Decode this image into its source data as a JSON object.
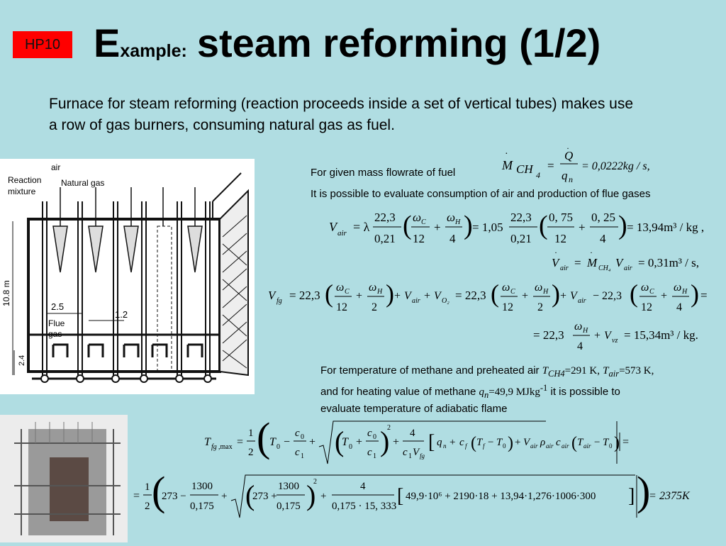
{
  "badge": "HP10",
  "title": {
    "big_letter": "E",
    "small": "xample:",
    "main": "steam reforming (1/2)"
  },
  "intro": "Furnace for steam reforming (reaction proceeds inside a set of vertical tubes) makes use a row of gas burners, consuming natural gas as fuel.",
  "furnace": {
    "air": "air",
    "reaction": "Reaction",
    "mixture": "mixture",
    "natural_gas": "Natural gas",
    "dim_height": "10.8 m",
    "dim_25": "2.5",
    "dim_12": "1.2",
    "dim_24": "2.4",
    "flue": "Flue",
    "gas": "gas"
  },
  "text": {
    "mass_flow": "For given mass flowrate of fuel",
    "possible": "It is possible to evaluate consumption of air and production of flue gases",
    "para2_a": "For temperature of methane and preheated air ",
    "para2_b": "and for heating value of methane ",
    "para2_c": " it is possible to",
    "para2_d": "evaluate temperature of adiabatic flame"
  },
  "formulas": {
    "m_rhs": "= 0,0222kg / s,",
    "vair_result": "= 13,94m³ / kg ,",
    "vdot_result": "= 0,31m³ / s,",
    "vfg_result": "= 15,34m³ / kg.",
    "t_result": "2375K",
    "t_numbers": "49,9·10⁶ + 2190·18 + 13,94·1,276·1006·300"
  },
  "conditions": {
    "t_ch4": "=291 K,",
    "t_air": "=573 K,",
    "qn": "=49,9 MJkg",
    "qn_exp": "-1"
  }
}
